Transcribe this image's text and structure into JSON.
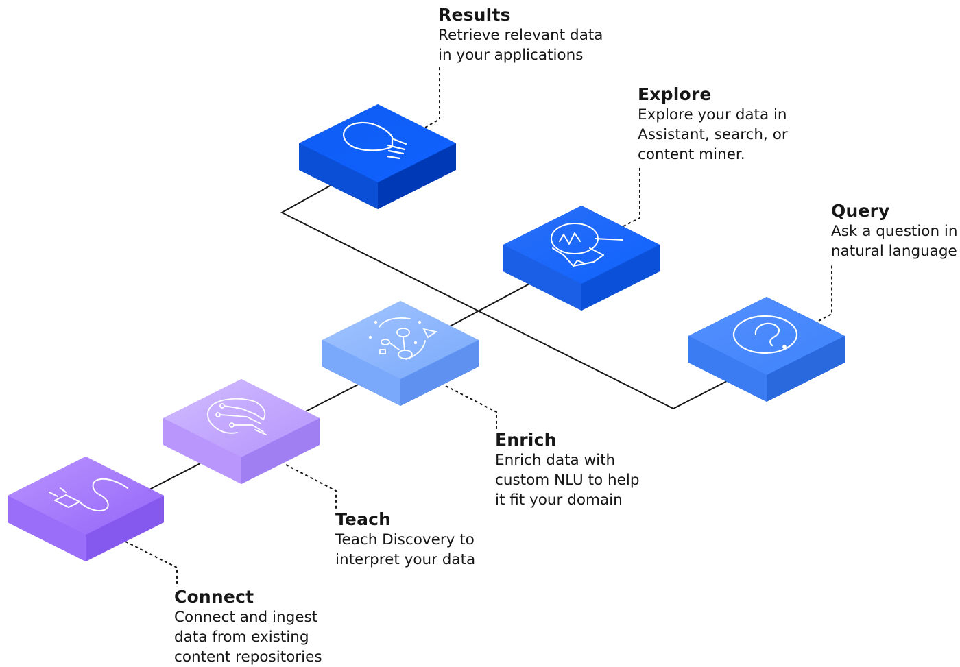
{
  "steps": {
    "results": {
      "title": "Results",
      "description": "Retrieve relevant data\nin your applications",
      "icon": "lightbulb-icon",
      "color_top": "#0f62fe",
      "color_left": "#0a4fd6",
      "color_right": "#0043ce"
    },
    "explore": {
      "title": "Explore",
      "description": "Explore your data in\nAssistant, search, or\ncontent miner.",
      "icon": "magnifier-chart-icon",
      "color_top": "#1f6bff",
      "color_left": "#1a5fe6",
      "color_right": "#0f55e0"
    },
    "query": {
      "title": "Query",
      "description": "Ask a question in\nnatural language",
      "icon": "question-icon",
      "color_top": "#4589ff",
      "color_left": "#3b7cf2",
      "color_right": "#2f6fe8"
    },
    "enrich": {
      "title": "Enrich",
      "description": "Enrich data with\ncustom NLU to help\nit fit your domain",
      "icon": "molecule-cycle-icon",
      "color_top": "#8ab6ff",
      "color_left": "#7aa8fa",
      "color_right": "#6b9cf5"
    },
    "teach": {
      "title": "Teach",
      "description": "Teach Discovery to\ninterpret your data",
      "icon": "brain-circuit-icon",
      "color_top": "#c4a8ff",
      "color_left": "#b896fc",
      "color_right": "#ab88f7"
    },
    "connect": {
      "title": "Connect",
      "description": "Connect and ingest\ndata from existing\ncontent repositories",
      "icon": "plug-icon",
      "color_top": "#a77cff",
      "color_left": "#9a6ef9",
      "color_right": "#8f62f5"
    }
  }
}
